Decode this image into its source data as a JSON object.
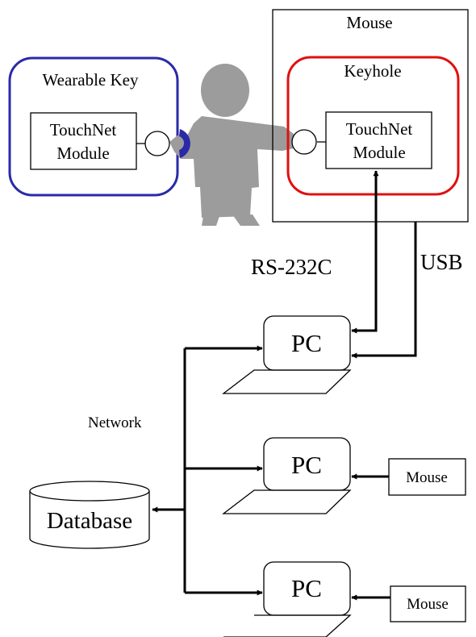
{
  "diagram": {
    "wearable_key": {
      "title": "Wearable Key",
      "module_line1": "TouchNet",
      "module_line2": "Module"
    },
    "mouse": {
      "title": "Mouse"
    },
    "keyhole": {
      "title": "Keyhole",
      "module_line1": "TouchNet",
      "module_line2": "Module"
    },
    "links": {
      "rs232c": "RS-232C",
      "usb": "USB",
      "network": "Network"
    },
    "pcs": [
      {
        "label": "PC"
      },
      {
        "label": "PC",
        "peripheral": "Mouse"
      },
      {
        "label": "PC",
        "peripheral": "Mouse"
      }
    ],
    "database": {
      "label": "Database"
    },
    "colors": {
      "wearable_key_border": "#2a2aa8",
      "keyhole_border": "#e01010",
      "figure": "#9c9c9c",
      "contact": "#2a2aa8"
    }
  }
}
